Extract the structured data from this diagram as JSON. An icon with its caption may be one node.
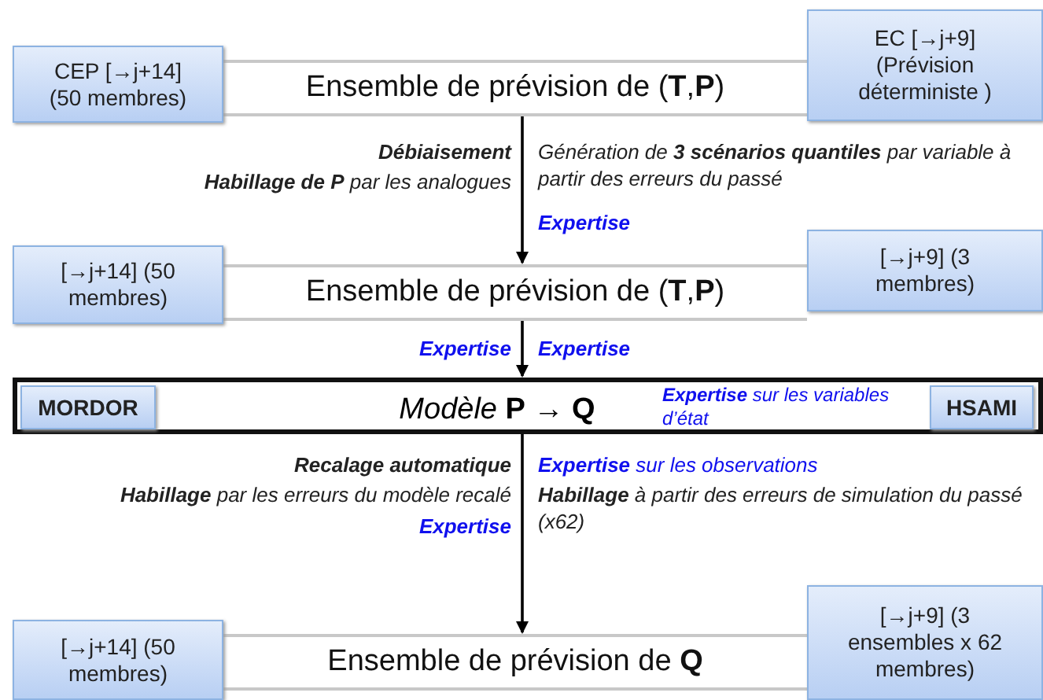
{
  "diagram": {
    "nodes": [
      {
        "text": [
          "Ensemble de prévision de (**T**,**P**)"
        ]
      },
      {
        "text": [
          "CEP [→j+14] (50 membres)"
        ]
      },
      {
        "text": [
          "EC [→j+9] (Prévision déterministe )"
        ]
      },
      {
        "text": [
          "Ensemble de prévision de (**T**,**P**)"
        ]
      },
      {
        "text": [
          "[→j+14] (50 membres)"
        ]
      },
      {
        "text": [
          "[→j+9] (3 membres)"
        ]
      },
      {
        "text": [
          "*Modèle* **P** → **Q**",
          "**Expertise** sur les variables d’état"
        ]
      },
      {
        "text": [
          "MORDOR"
        ],
        "in": 6
      },
      {
        "text": [
          "HSAMI"
        ],
        "in": 6
      },
      {
        "text": [
          "Ensemble de prévision de **Q**"
        ]
      },
      {
        "text": [
          "[→j+14] (50 membres)"
        ]
      },
      {
        "text": [
          "[→j+9] (3 ensembles x 62 membres)"
        ]
      }
    ],
    "edges": [
      {
        "from": 0,
        "to": 3,
        "arrow": "to"
      },
      {
        "from": 3,
        "to": 6,
        "arrow": "to"
      },
      {
        "from": 6,
        "to": 9,
        "arrow": "to"
      }
    ],
    "labels": [
      "Débiaisement",
      "**Habillage de P** par les analogues",
      "Génération de **3 scénarios quantiles** par variable à partir des erreurs du passé",
      "Expertise",
      "Expertise",
      "Expertise",
      "Recalage automatique",
      "**Habillage** par les erreurs du modèle recalé",
      "Expertise",
      "**Expertise** sur les observations",
      "**Habillage** à partir des erreurs de simulation du passé (x62)"
    ]
  }
}
